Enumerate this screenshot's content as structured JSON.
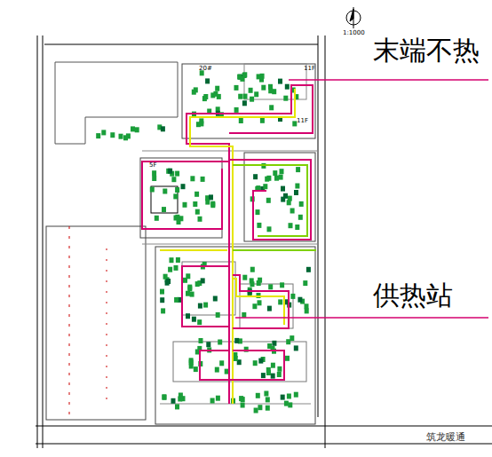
{
  "diagram": {
    "labels": [
      "末端不热",
      "供热站",
      "1:1000",
      "5F",
      "11F",
      "11F",
      "20#",
      "筑龙暖通"
    ]
  }
}
